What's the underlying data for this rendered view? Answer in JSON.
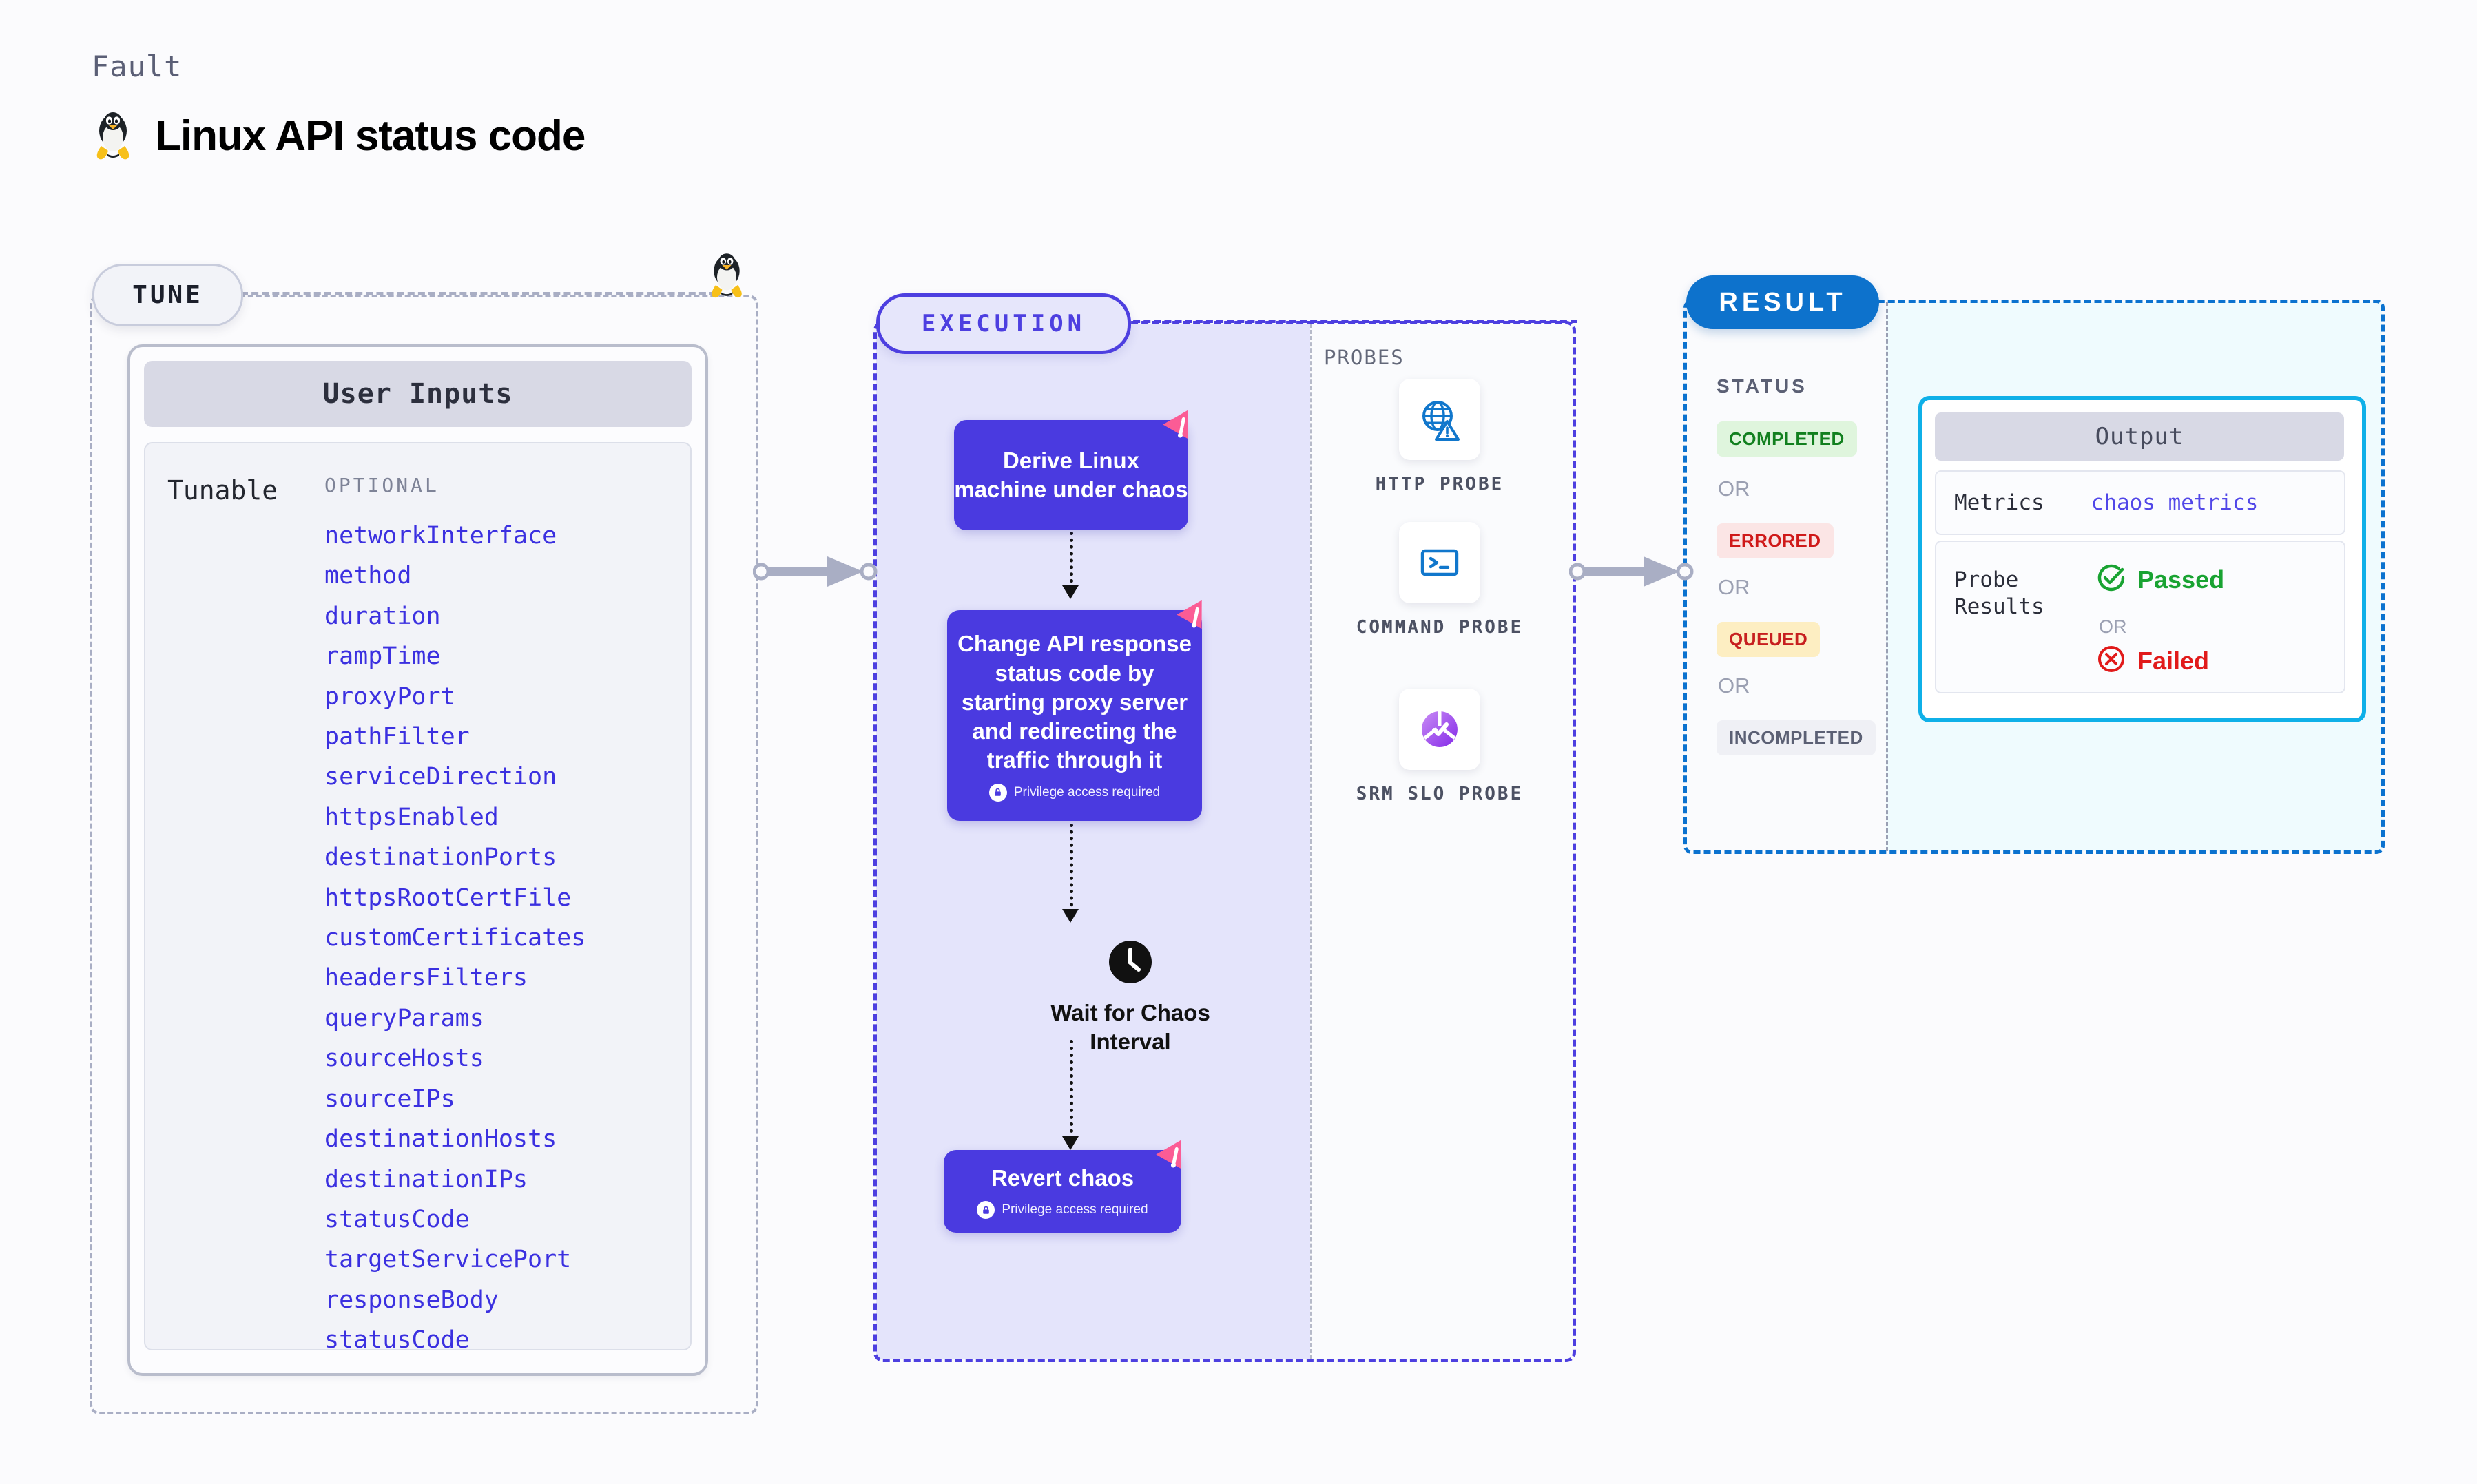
{
  "header": {
    "kicker": "Fault",
    "title": "Linux API status code",
    "icon": "linux-tux-icon"
  },
  "tune": {
    "chip_label": "TUNE",
    "icon": "linux-tux-icon",
    "user_inputs_header": "User Inputs",
    "tunable_label": "Tunable",
    "optional_label": "OPTIONAL",
    "parameters": [
      "networkInterface",
      "method",
      "duration",
      "rampTime",
      "proxyPort",
      "pathFilter",
      "serviceDirection",
      "httpsEnabled",
      "destinationPorts",
      "httpsRootCertFile",
      "customCertificates",
      "headersFilters",
      "queryParams",
      "sourceHosts",
      "sourceIPs",
      "destinationHosts",
      "destinationIPs",
      "statusCode",
      "targetServicePort",
      "responseBody",
      "statusCode"
    ]
  },
  "execution": {
    "chip_label": "EXECUTION",
    "nodes": [
      {
        "title": "Derive Linux machine under chaos",
        "privilege": null
      },
      {
        "title": "Change API response status code by starting proxy server and redirecting the traffic through it",
        "privilege": "Privilege access required"
      },
      {
        "title": "Revert chaos",
        "privilege": "Privilege access required"
      }
    ],
    "wait_node": {
      "label": "Wait for Chaos Interval",
      "icon": "clock-icon"
    }
  },
  "probes": {
    "title": "PROBES",
    "items": [
      {
        "label": "HTTP PROBE",
        "icon": "globe-warning-icon"
      },
      {
        "label": "COMMAND PROBE",
        "icon": "terminal-icon"
      },
      {
        "label": "SRM SLO PROBE",
        "icon": "srm-slo-icon"
      }
    ]
  },
  "result": {
    "chip_label": "RESULT",
    "status_title": "STATUS",
    "or_label": "OR",
    "statuses": [
      {
        "label": "COMPLETED",
        "bg": "#dff5dd",
        "fg": "#12801f"
      },
      {
        "label": "ERRORED",
        "bg": "#fbe5e5",
        "fg": "#cf1919"
      },
      {
        "label": "QUEUED",
        "bg": "#fdeec2",
        "fg": "#c71f1f"
      },
      {
        "label": "INCOMPLETED",
        "bg": "#eff0f5",
        "fg": "#5b6074"
      }
    ],
    "output": {
      "header": "Output",
      "metrics_key": "Metrics",
      "metrics_value": "chaos metrics",
      "probe_results_key": "Probe Results",
      "passed_label": "Passed",
      "or_label": "OR",
      "failed_label": "Failed",
      "passed_color": "#19a332",
      "failed_color": "#e11a1a"
    }
  },
  "colors": {
    "accent_purple": "#4a3ae0",
    "accent_blue": "#0d72cc",
    "accent_cyan": "#0fb0e8",
    "param_text": "#3b30e0",
    "litmus_pink": "#fb5c95"
  }
}
